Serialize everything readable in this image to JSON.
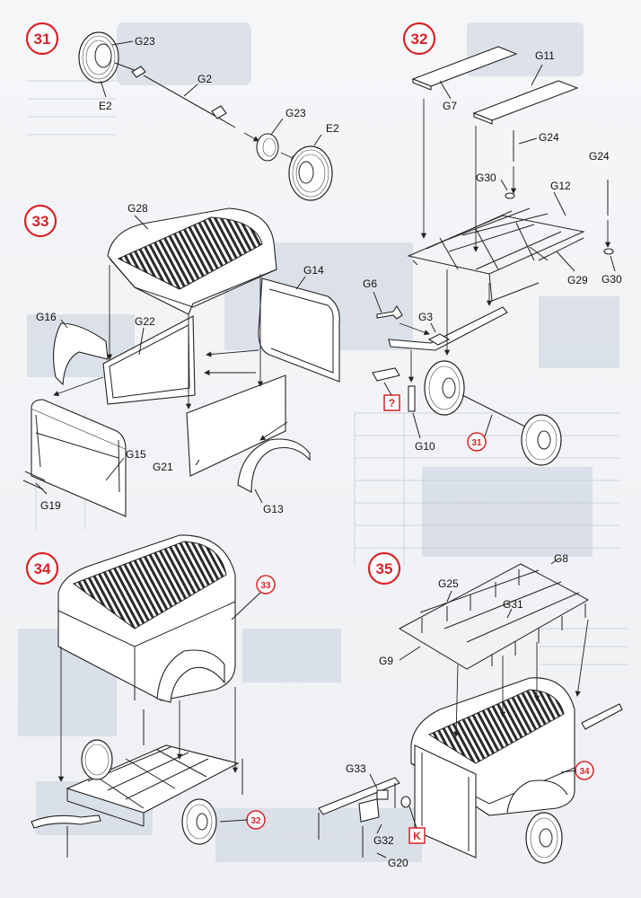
{
  "steps": [
    {
      "number": "31",
      "labels": [
        "G23",
        "E2",
        "G2",
        "G23",
        "E2"
      ]
    },
    {
      "number": "32",
      "labels": [
        "G7",
        "G11",
        "G24",
        "G24",
        "G30",
        "G12",
        "G30",
        "G29",
        "G6",
        "G3",
        "G10"
      ],
      "ref_step": "31",
      "box_label": "?"
    },
    {
      "number": "33",
      "labels": [
        "G28",
        "G14",
        "G16",
        "G22",
        "G15",
        "G21",
        "G19",
        "G13"
      ]
    },
    {
      "number": "34",
      "ref_steps": [
        "33",
        "32"
      ]
    },
    {
      "number": "35",
      "labels": [
        "G25",
        "G8",
        "G31",
        "G9",
        "G33",
        "G32",
        "G20"
      ],
      "ref_step": "34",
      "box_label": "K"
    }
  ],
  "accent_color": "#d8242a"
}
